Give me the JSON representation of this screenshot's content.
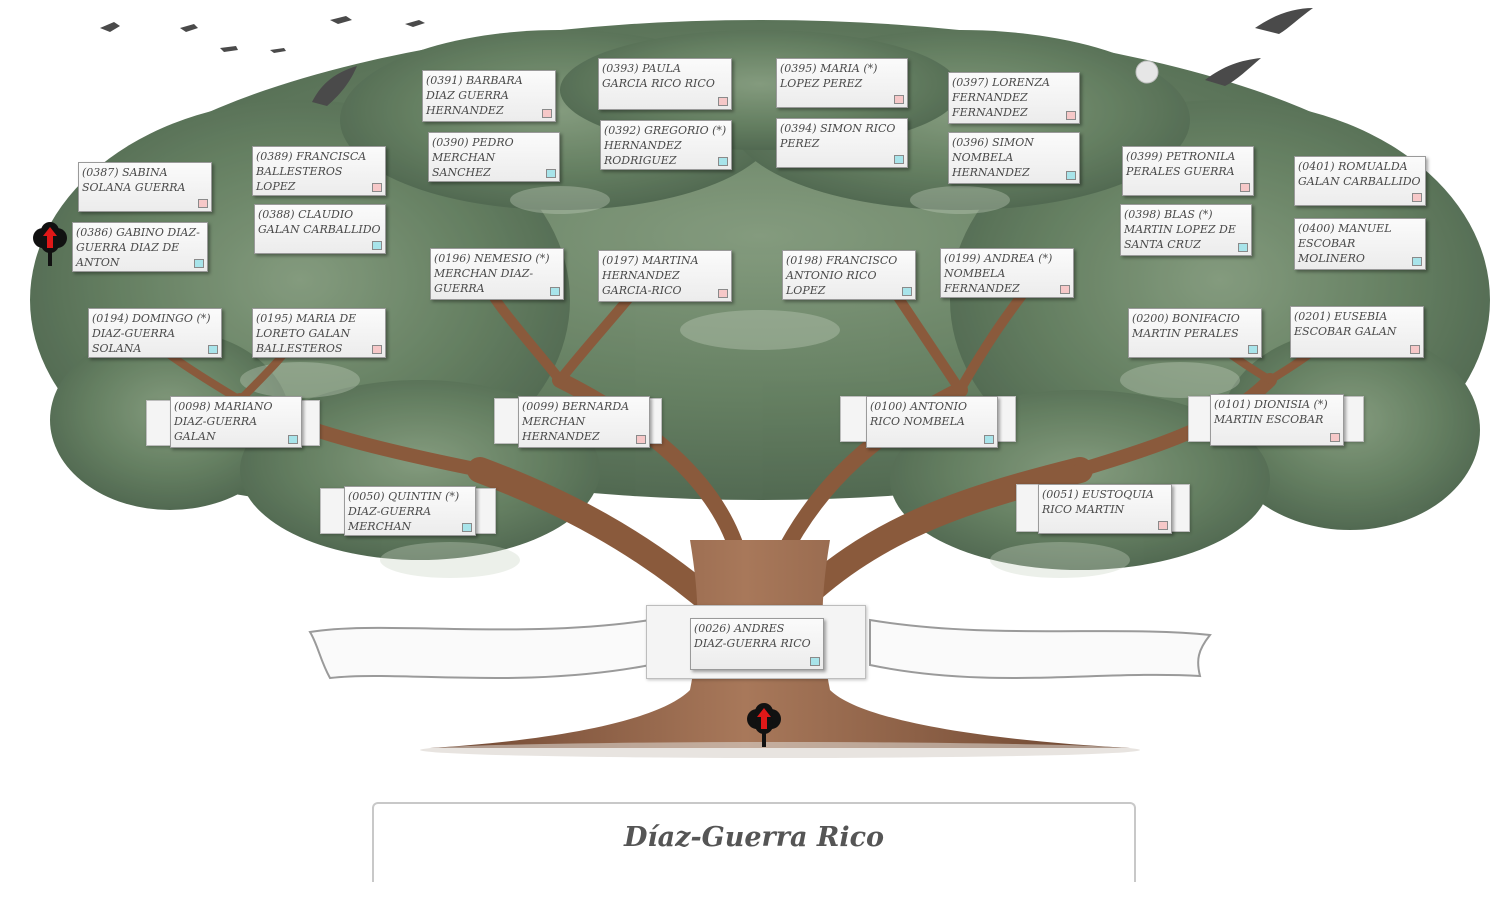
{
  "family_title": "Díaz-Guerra Rico",
  "colors": {
    "male": "#a8e4ea",
    "female": "#f6c8c8",
    "foliage": "#3d5a3a",
    "trunk": "#8a5a3c"
  },
  "icons": {
    "ancestor_tree": "tree-up-arrow-icon"
  },
  "people": [
    {
      "id": "0026",
      "text": "(0026) ANDRES DIAZ-GUERRA RICO",
      "sex": "m"
    },
    {
      "id": "0050",
      "text": "(0050) QUINTIN (*) DIAZ-GUERRA MERCHAN",
      "sex": "m"
    },
    {
      "id": "0051",
      "text": "(0051) EUSTOQUIA RICO MARTIN",
      "sex": "f"
    },
    {
      "id": "0098",
      "text": "(0098) MARIANO DIAZ-GUERRA GALAN",
      "sex": "m"
    },
    {
      "id": "0099",
      "text": "(0099) BERNARDA MERCHAN HERNANDEZ",
      "sex": "f"
    },
    {
      "id": "0100",
      "text": "(0100) ANTONIO RICO NOMBELA",
      "sex": "m"
    },
    {
      "id": "0101",
      "text": "(0101) DIONISIA (*) MARTIN ESCOBAR",
      "sex": "f"
    },
    {
      "id": "0194",
      "text": "(0194) DOMINGO (*) DIAZ-GUERRA SOLANA",
      "sex": "m"
    },
    {
      "id": "0195",
      "text": "(0195) MARIA DE LORETO GALAN BALLESTEROS",
      "sex": "f"
    },
    {
      "id": "0196",
      "text": "(0196) NEMESIO (*) MERCHAN DIAZ-GUERRA",
      "sex": "m"
    },
    {
      "id": "0197",
      "text": "(0197) MARTINA HERNANDEZ GARCIA-RICO",
      "sex": "f"
    },
    {
      "id": "0198",
      "text": "(0198) FRANCISCO ANTONIO RICO LOPEZ",
      "sex": "m"
    },
    {
      "id": "0199",
      "text": "(0199) ANDREA (*) NOMBELA FERNANDEZ",
      "sex": "f"
    },
    {
      "id": "0200",
      "text": "(0200) BONIFACIO MARTIN PERALES",
      "sex": "m"
    },
    {
      "id": "0201",
      "text": "(0201) EUSEBIA ESCOBAR GALAN",
      "sex": "f"
    },
    {
      "id": "0386",
      "text": "(0386) GABINO DIAZ-GUERRA DIAZ DE ANTON",
      "sex": "m"
    },
    {
      "id": "0387",
      "text": "(0387) SABINA SOLANA GUERRA",
      "sex": "f"
    },
    {
      "id": "0388",
      "text": "(0388) CLAUDIO GALAN CARBALLIDO",
      "sex": "m"
    },
    {
      "id": "0389",
      "text": "(0389) FRANCISCA BALLESTEROS LOPEZ",
      "sex": "f"
    },
    {
      "id": "0390",
      "text": "(0390) PEDRO MERCHAN SANCHEZ",
      "sex": "m"
    },
    {
      "id": "0391",
      "text": "(0391) BARBARA DIAZ GUERRA HERNANDEZ",
      "sex": "f"
    },
    {
      "id": "0392",
      "text": "(0392) GREGORIO (*) HERNANDEZ RODRIGUEZ",
      "sex": "m"
    },
    {
      "id": "0393",
      "text": "(0393) PAULA GARCIA RICO RICO",
      "sex": "f"
    },
    {
      "id": "0394",
      "text": "(0394) SIMON RICO PEREZ",
      "sex": "m"
    },
    {
      "id": "0395",
      "text": "(0395) MARIA (*) LOPEZ PEREZ",
      "sex": "f"
    },
    {
      "id": "0396",
      "text": "(0396) SIMON NOMBELA HERNANDEZ",
      "sex": "m"
    },
    {
      "id": "0397",
      "text": "(0397) LORENZA FERNANDEZ FERNANDEZ",
      "sex": "f"
    },
    {
      "id": "0398",
      "text": "(0398) BLAS (*) MARTIN LOPEZ DE SANTA CRUZ",
      "sex": "m"
    },
    {
      "id": "0399",
      "text": "(0399) PETRONILA PERALES GUERRA",
      "sex": "f"
    },
    {
      "id": "0400",
      "text": "(0400) MANUEL ESCOBAR MOLINERO",
      "sex": "m"
    },
    {
      "id": "0401",
      "text": "(0401) ROMUALDA GALAN CARBALLIDO",
      "sex": "f"
    }
  ]
}
